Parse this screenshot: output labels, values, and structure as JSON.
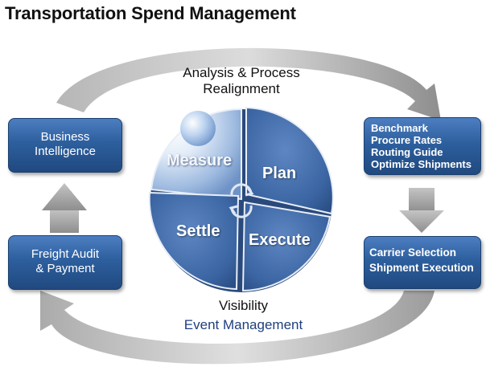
{
  "title": "Transportation Spend Management",
  "cycle": {
    "top_label_line1": "Analysis & Process",
    "top_label_line2": "Realignment",
    "bottom_label": "Visibility",
    "bottom_sublabel": "Event Management"
  },
  "quadrants": {
    "measure": "Measure",
    "plan": "Plan",
    "settle": "Settle",
    "execute": "Execute"
  },
  "left_boxes": {
    "business_intelligence": [
      "Business",
      "Intelligence"
    ],
    "freight_audit": [
      "Freight Audit",
      "& Payment"
    ]
  },
  "right_boxes": {
    "planning": [
      "Benchmark",
      "Procure Rates",
      "Routing Guide",
      "Optimize Shipments"
    ],
    "execution": [
      "Carrier Selection",
      "Shipment Execution"
    ]
  },
  "colors": {
    "box_blue": "#2d5f9e",
    "pie_blue": "#3f6aa6",
    "arrow_gray": "#9a9a9a",
    "event_text": "#1f3f7f"
  }
}
